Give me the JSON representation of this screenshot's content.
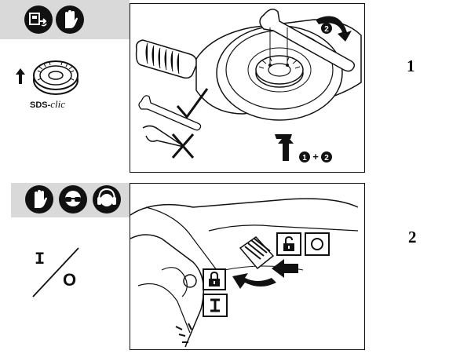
{
  "step1": {
    "number": "1",
    "icons": [
      "unplug-icon",
      "gloves-icon"
    ],
    "product_label_prefix": "SDS-",
    "product_label_suffix": "clic",
    "sequence_label": "+"
  },
  "step2": {
    "number": "2",
    "icons": [
      "gloves-icon",
      "goggles-icon",
      "ear-protection-icon"
    ],
    "switch_on_symbol": "I",
    "switch_off_symbol": "O"
  },
  "colors": {
    "header_grey": "#d9d9d9",
    "ink": "#111111"
  }
}
